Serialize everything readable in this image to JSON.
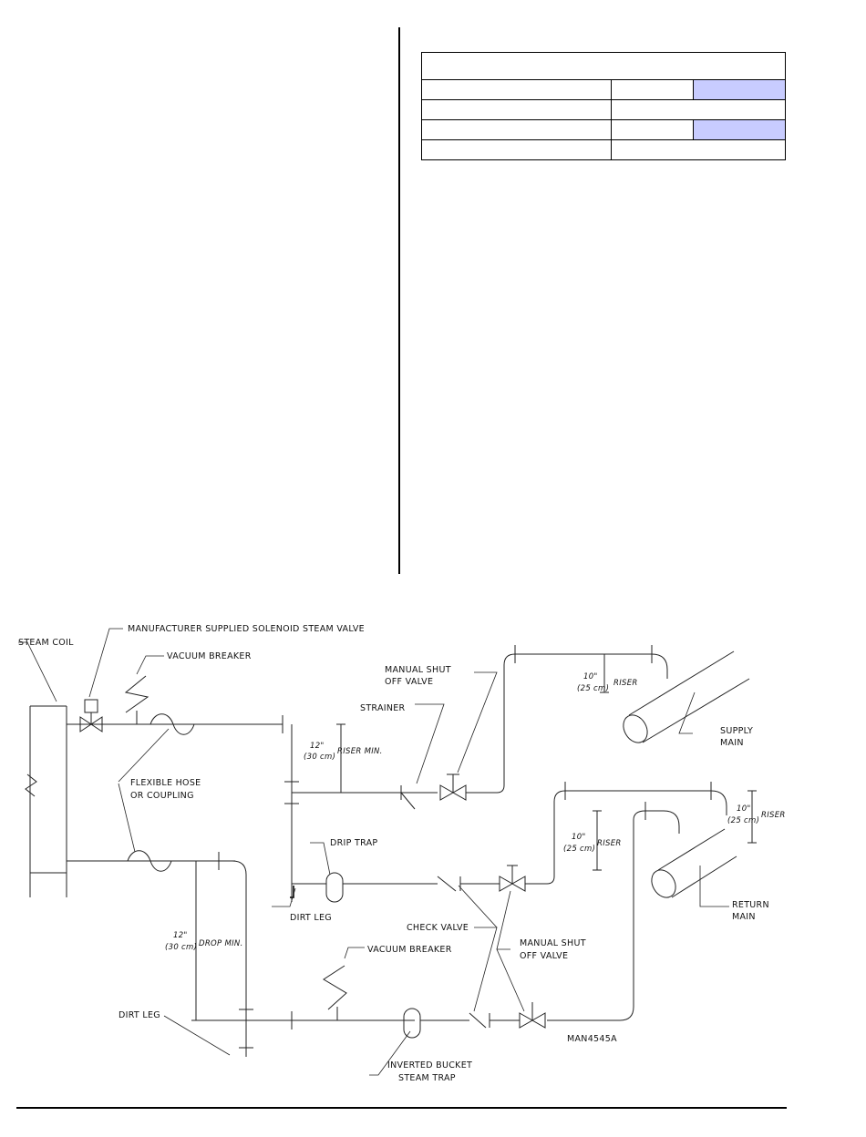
{
  "labels": {
    "steam_coil": "STEAM COIL",
    "solenoid_valve": "MANUFACTURER SUPPLIED SOLENOID STEAM VALVE",
    "vacuum_breaker_top": "VACUUM BREAKER",
    "flexible_hose_1": "FLEXIBLE HOSE",
    "flexible_hose_2": "OR COUPLING",
    "strainer": "STRAINER",
    "manual_shutoff_top_1": "MANUAL SHUT",
    "manual_shutoff_top_2": "OFF VALVE",
    "riser_10_top": "10\"",
    "riser_25cm_top": "(25 cm)",
    "riser_top": "RISER",
    "supply_main_1": "SUPPLY",
    "supply_main_2": "MAIN",
    "riser_12": "12\"",
    "riser_30cm": "(30 cm)",
    "riser_min": "RISER MIN.",
    "drip_trap": "DRIP TRAP",
    "riser_10_right": "10\"",
    "riser_25cm_right": "(25 cm)",
    "riser_right": "RISER",
    "riser_10_mid": "10\"",
    "riser_25cm_mid": "(25 cm)",
    "riser_mid": "RISER",
    "return_main_1": "RETURN",
    "return_main_2": "MAIN",
    "drop_12": "12\"",
    "drop_30cm": "(30 cm)",
    "drop_min": "DROP MIN.",
    "dirt_leg_mid": "DIRT LEG",
    "check_valve": "CHECK VALVE",
    "manual_shutoff_bot_1": "MANUAL SHUT",
    "manual_shutoff_bot_2": "OFF VALVE",
    "vacuum_breaker_bot": "VACUUM BREAKER",
    "dirt_leg_left": "DIRT LEG",
    "inverted_bucket_1": "INVERTED BUCKET",
    "inverted_bucket_2": "STEAM TRAP",
    "drawing_number": "MAN4545A"
  },
  "colors": {
    "table_shade": "#c8ccff",
    "line": "#222222"
  }
}
